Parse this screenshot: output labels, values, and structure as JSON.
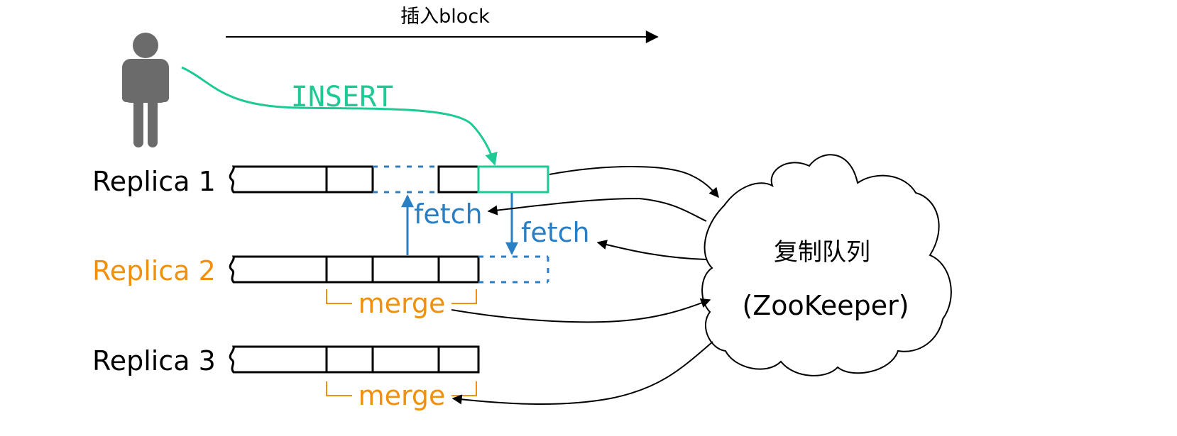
{
  "top_arrow_label": "插入block",
  "insert_label": "INSERT",
  "replicas": [
    {
      "label": "Replica 1"
    },
    {
      "label": "Replica 2"
    },
    {
      "label": "Replica 3"
    }
  ],
  "fetch_labels": [
    "fetch",
    "fetch"
  ],
  "merge_labels": [
    "merge",
    "merge"
  ],
  "queue": {
    "title": "复制队列",
    "subtitle": "(ZooKeeper)"
  },
  "colors": {
    "insert": "#1dc994",
    "fetch": "#2a7fc4",
    "merge": "#f0900f",
    "replica2": "#f0900f",
    "stroke": "#000000",
    "person": "#6b6b6b"
  },
  "icons": [
    "person-icon",
    "cloud-icon"
  ]
}
